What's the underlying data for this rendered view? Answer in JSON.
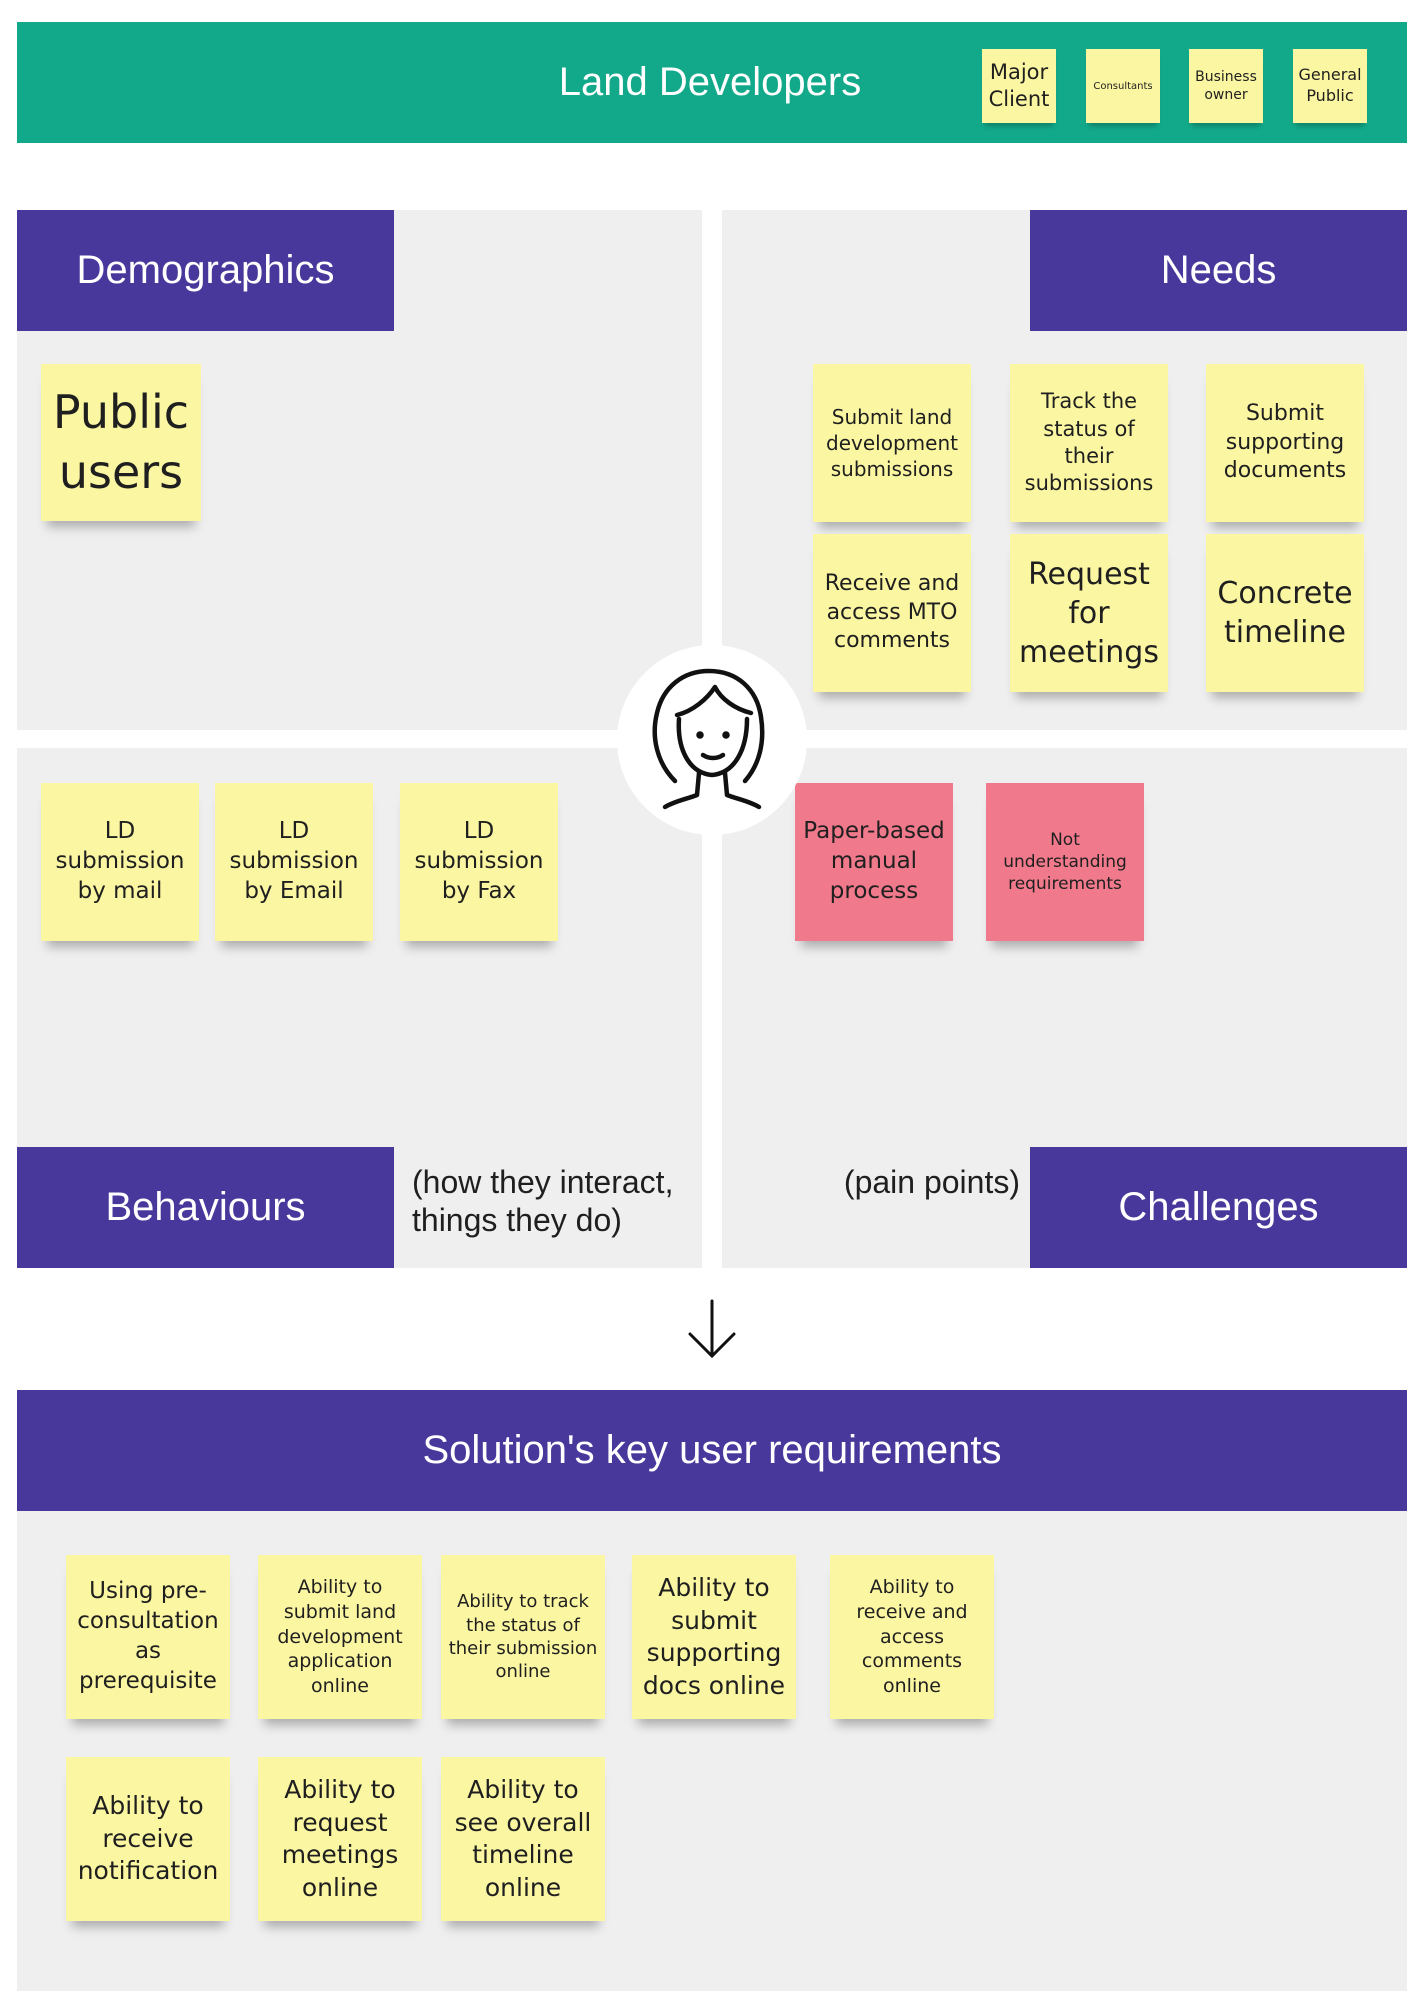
{
  "banner": {
    "title": "Land Developers",
    "tags": [
      "Major Client",
      "Consultants",
      "Business owner",
      "General Public"
    ]
  },
  "quadrants": {
    "demographics": {
      "title": "Demographics",
      "notes": [
        "Public users"
      ]
    },
    "needs": {
      "title": "Needs",
      "notes": [
        "Submit land development submissions",
        "Track the status of their submissions",
        "Submit supporting documents",
        "Receive and access MTO comments",
        "Request for meetings",
        "Concrete timeline"
      ]
    },
    "behaviours": {
      "title": "Behaviours",
      "subtitle": "(how they interact, things they do)",
      "notes": [
        "LD submission by mail",
        "LD submission by Email",
        "LD submission by Fax"
      ]
    },
    "challenges": {
      "title": "Challenges",
      "subtitle": "(pain points)",
      "notes": [
        "Paper-based manual process",
        "Not understanding requirements"
      ]
    }
  },
  "persona": {
    "icon": "woman-face-icon"
  },
  "arrow": {
    "icon": "arrow-down-icon"
  },
  "solution": {
    "title": "Solution's key user requirements",
    "notes": [
      "Using pre-consultation as prerequisite",
      "Ability to submit land development application online",
      "Ability to track the status of their submission online",
      "Ability to submit supporting docs online",
      "Ability to receive and access comments online",
      "Ability to receive notification",
      "Ability to request meetings online",
      "Ability to see overall timeline online"
    ]
  },
  "colors": {
    "banner": "#12a98a",
    "header": "#48389c",
    "quadrant": "#efefef",
    "sticky": "#fbf6a2",
    "sticky_red": "#f07a8c"
  }
}
